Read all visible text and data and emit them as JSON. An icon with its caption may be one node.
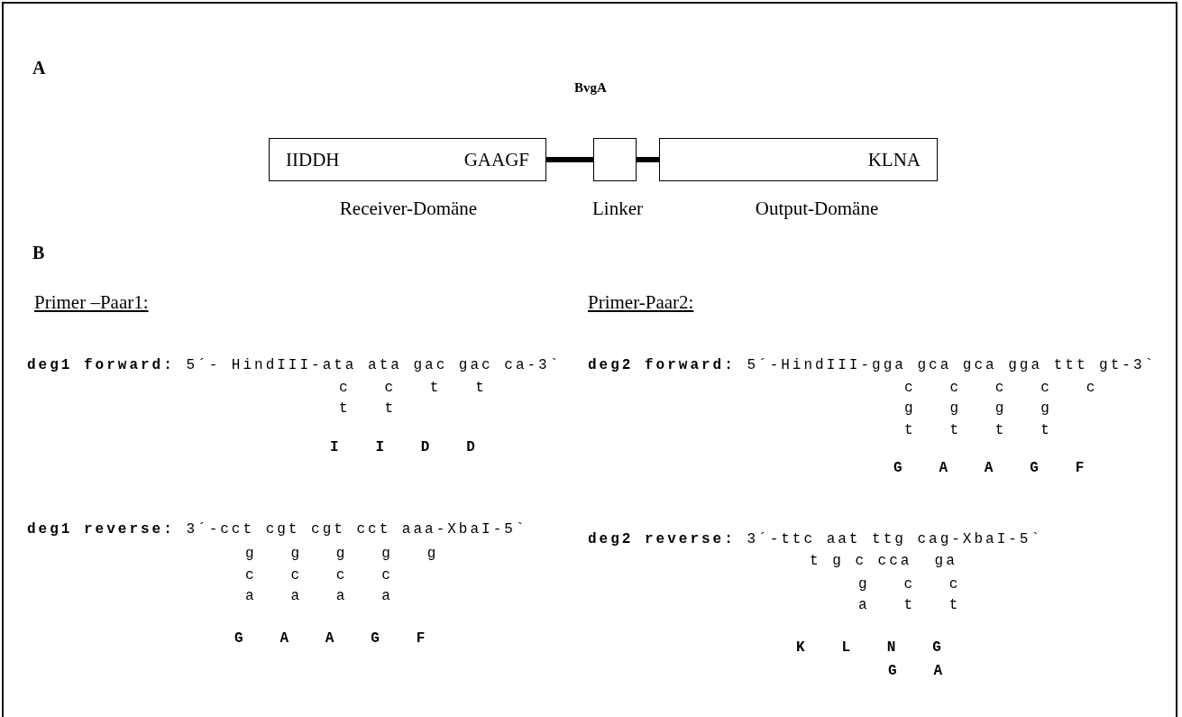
{
  "diagram": {
    "nodes": [
      {
        "text": [
          "IIDDH",
          "GAAGF"
        ],
        "beside": [
          "Receiver-Domäne"
        ]
      },
      {
        "text": [],
        "shape": "box",
        "beside": [
          "Linker"
        ]
      },
      {
        "text": [
          "KLNA"
        ],
        "beside": [
          "Output-Domäne"
        ]
      }
    ],
    "edges": [
      {
        "from": 0,
        "to": 1,
        "arrow": "none"
      },
      {
        "from": 1,
        "to": 2,
        "arrow": "none"
      }
    ],
    "labels": [
      "A",
      "BvgA",
      "B",
      "Primer –Paar1:",
      "**deg1 forward:** 5´- HindIII-ata ata gac gac ca-3`",
      "c   c   t   t",
      "t   t",
      "I   I   D   D",
      "**deg1 reverse:** 3´-cct cgt cgt cct aaa-XbaI-5`",
      "g   g   g   g   g",
      "c   c   c   c",
      "a   a   a   a",
      "G   A   A   G   F",
      "Primer-Paar2:",
      "**deg2 forward:** 5´-HindIII-gga gca gca gga ttt gt-3`",
      "c   c   c   c   c",
      "g   g   g   g",
      "t   t   t   t",
      "G   A   A   G   F",
      "**deg2 reverse:** 3´-ttc aat ttg cag-XbaI-5`",
      "t g c cca  ga",
      "g   c   c",
      "a   t   t",
      "K   L   N   G",
      "G   A"
    ]
  }
}
